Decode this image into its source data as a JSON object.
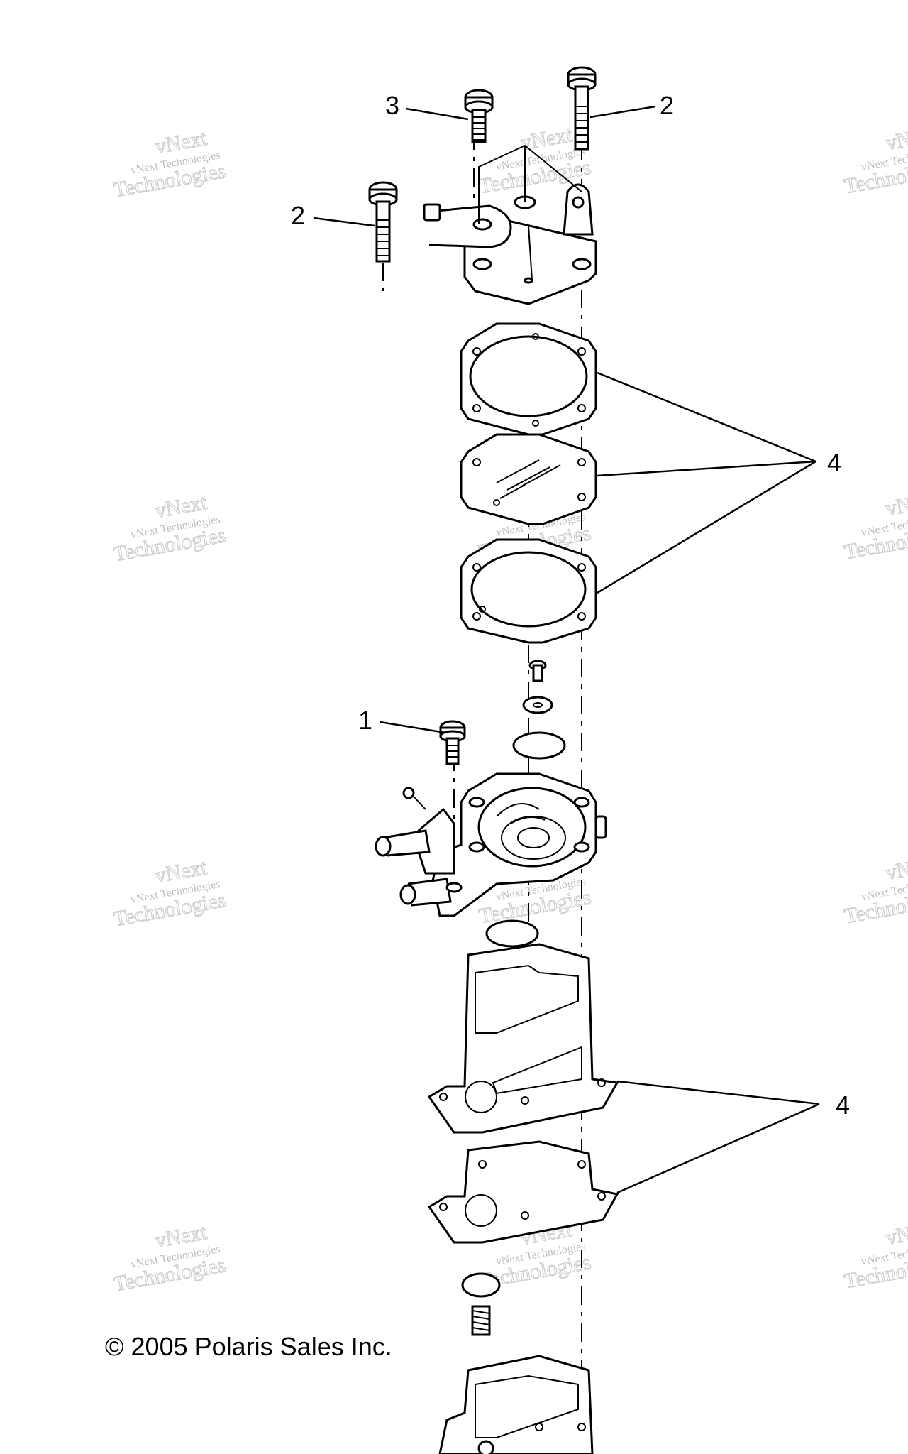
{
  "callouts": [
    {
      "id": "c3",
      "label": "3"
    },
    {
      "id": "c2a",
      "label": "2"
    },
    {
      "id": "c2b",
      "label": "2"
    },
    {
      "id": "c4a",
      "label": "4"
    },
    {
      "id": "c1",
      "label": "1"
    },
    {
      "id": "c4b",
      "label": "4"
    }
  ],
  "watermark": {
    "line1": "vNext Technologies",
    "line2": "vNext",
    "line3": "Technologies"
  },
  "copyright": "© 2005 Polaris Sales Inc."
}
